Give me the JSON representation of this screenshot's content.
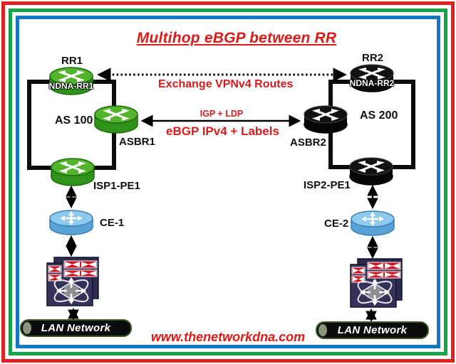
{
  "title": {
    "text": "Multihop eBGP between RR"
  },
  "watermark": {
    "text": "www.thenetworkdna.com"
  },
  "left": {
    "as_label": "AS 100",
    "rr": {
      "label": "RR1",
      "hostname": "NDNA-RR1"
    },
    "asbr": {
      "label": "ASBR1"
    },
    "pe": {
      "label": "ISP1-PE1"
    },
    "ce": {
      "label": "CE-1"
    },
    "lan": {
      "label": "LAN Network"
    }
  },
  "right": {
    "as_label": "AS 200",
    "rr": {
      "label": "RR2",
      "hostname": "NDNA-RR2"
    },
    "asbr": {
      "label": "ASBR2"
    },
    "pe": {
      "label": "ISP2-PE1"
    },
    "ce": {
      "label": "CE-2"
    },
    "lan": {
      "label": "LAN Network"
    }
  },
  "links": {
    "rr_peering": {
      "label": "Exchange VPNv4 Routes",
      "style": "dotted-double-arrow"
    },
    "asbr_link": {
      "label_top": "IGP + LDP",
      "label_bottom": "eBGP IPv4 + Labels",
      "style": "solid-double-arrow"
    }
  },
  "icons": {
    "router_green": "router-cylinder-green",
    "router_black": "router-cylinder-black",
    "router_blue": "router-cylinder-blue",
    "switch": "multilayer-switch",
    "lan": "lan-segment-bar"
  },
  "colors": {
    "accent_red": "#dd1a1a",
    "frame_red": "#e02121",
    "frame_green": "#17a24c",
    "frame_blue": "#1376c6",
    "router_green_top": "#52b42c",
    "router_green_side": "#2e9318",
    "router_black": "#0c0c0c",
    "router_blue_top": "#8ec9ee",
    "router_blue_side": "#57a3d9",
    "as_box_border": "#0c0c0c",
    "lan_bar_fill": "#0b0b0b",
    "lan_bar_border": "#3c5a22"
  }
}
